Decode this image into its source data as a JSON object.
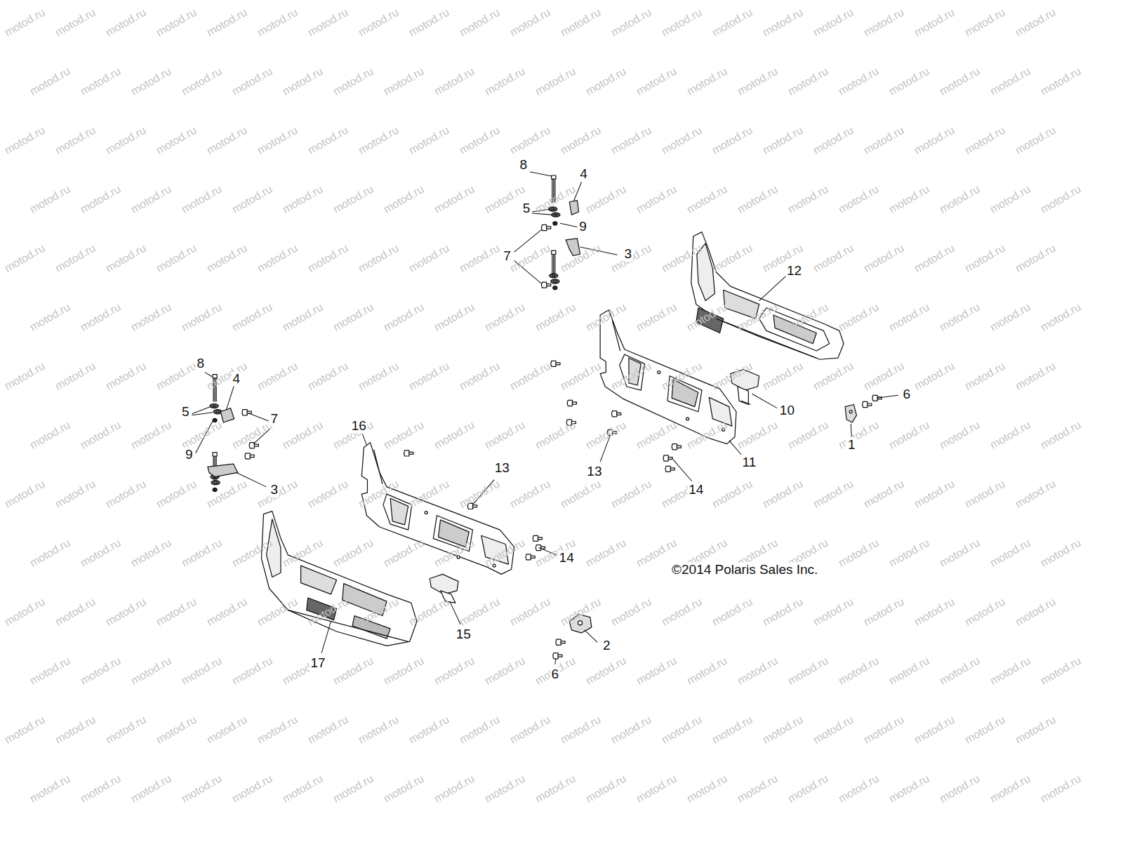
{
  "diagram": {
    "labels": [
      "8",
      "4",
      "5",
      "9",
      "3",
      "7",
      "12",
      "8",
      "4",
      "6",
      "10",
      "5",
      "7",
      "16",
      "1",
      "9",
      "11",
      "13",
      "13",
      "3",
      "14",
      "14",
      "©2014 Polaris Sales Inc.",
      "15",
      "2",
      "17",
      "6",
      "motod.ru",
      "motod.ru",
      "motod.ru",
      "motod.ru",
      "motod.ru",
      "motod.ru",
      "motod.ru",
      "motod.ru",
      "motod.ru",
      "motod.ru",
      "motod.ru",
      "motod.ru",
      "motod.ru",
      "motod.ru",
      "motod.ru",
      "motod.ru",
      "motod.ru",
      "motod.ru",
      "motod.ru",
      "motod.ru",
      "motod.ru",
      "motod.ru",
      "motod.ru",
      "motod.ru",
      "motod.ru",
      "motod.ru",
      "motod.ru",
      "motod.ru",
      "motod.ru",
      "motod.ru",
      "motod.ru",
      "motod.ru",
      "motod.ru",
      "motod.ru",
      "motod.ru",
      "motod.ru",
      "motod.ru",
      "motod.ru",
      "motod.ru",
      "motod.ru",
      "motod.ru",
      "motod.ru",
      "motod.ru",
      "motod.ru",
      "motod.ru",
      "motod.ru",
      "motod.ru",
      "motod.ru",
      "motod.ru",
      "motod.ru",
      "motod.ru",
      "motod.ru",
      "motod.ru",
      "motod.ru",
      "motod.ru",
      "motod.ru",
      "motod.ru",
      "motod.ru",
      "motod.ru",
      "motod.ru",
      "motod.ru",
      "motod.ru",
      "motod.ru",
      "motod.ru",
      "motod.ru",
      "motod.ru",
      "motod.ru",
      "motod.ru",
      "motod.ru",
      "motod.ru",
      "motod.ru",
      "motod.ru",
      "motod.ru",
      "motod.ru",
      "motod.ru",
      "motod.ru",
      "motod.ru",
      "motod.ru",
      "motod.ru",
      "motod.ru",
      "motod.ru",
      "motod.ru",
      "motod.ru",
      "motod.ru",
      "motod.ru",
      "motod.ru",
      "motod.ru",
      "motod.ru",
      "motod.ru",
      "motod.ru",
      "motod.ru",
      "motod.ru",
      "motod.ru",
      "motod.ru",
      "motod.ru",
      "motod.ru",
      "motod.ru",
      "motod.ru",
      "motod.ru",
      "motod.ru",
      "motod.ru",
      "motod.ru",
      "motod.ru",
      "motod.ru",
      "motod.ru",
      "motod.ru",
      "motod.ru",
      "motod.ru",
      "motod.ru",
      "motod.ru",
      "motod.ru",
      "motod.ru",
      "motod.ru",
      "motod.ru",
      "motod.ru",
      "motod.ru",
      "motod.ru",
      "motod.ru",
      "motod.ru",
      "motod.ru",
      "motod.ru",
      "motod.ru",
      "motod.ru",
      "motod.ru",
      "motod.ru",
      "motod.ru",
      "motod.ru",
      "motod.ru",
      "motod.ru",
      "motod.ru",
      "motod.ru",
      "motod.ru",
      "motod.ru",
      "motod.ru",
      "motod.ru",
      "motod.ru",
      "motod.ru",
      "motod.ru",
      "motod.ru",
      "motod.ru",
      "motod.ru",
      "motod.ru",
      "motod.ru",
      "motod.ru",
      "motod.ru",
      "motod.ru",
      "motod.ru",
      "motod.ru",
      "motod.ru",
      "motod.ru",
      "motod.ru",
      "motod.ru",
      "motod.ru",
      "motod.ru",
      "motod.ru",
      "motod.ru",
      "motod.ru",
      "motod.ru",
      "motod.ru",
      "motod.ru",
      "motod.ru",
      "motod.ru",
      "motod.ru",
      "motod.ru",
      "motod.ru",
      "motod.ru",
      "motod.ru",
      "motod.ru",
      "motod.ru",
      "motod.ru",
      "motod.ru",
      "motod.ru",
      "motod.ru",
      "motod.ru",
      "motod.ru",
      "motod.ru",
      "motod.ru",
      "motod.ru",
      "motod.ru",
      "motod.ru",
      "motod.ru",
      "motod.ru",
      "motod.ru",
      "motod.ru",
      "motod.ru",
      "motod.ru",
      "motod.ru",
      "motod.ru",
      "motod.ru",
      "motod.ru",
      "motod.ru",
      "motod.ru",
      "motod.ru",
      "motod.ru",
      "motod.ru",
      "motod.ru",
      "motod.ru",
      "motod.ru",
      "motod.ru",
      "motod.ru",
      "motod.ru",
      "motod.ru",
      "motod.ru",
      "motod.ru",
      "motod.ru",
      "motod.ru",
      "motod.ru",
      "motod.ru",
      "motod.ru",
      "motod.ru",
      "motod.ru",
      "motod.ru",
      "motod.ru",
      "motod.ru",
      "motod.ru",
      "motod.ru",
      "motod.ru",
      "motod.ru",
      "motod.ru",
      "motod.ru",
      "motod.ru",
      "motod.ru",
      "motod.ru",
      "motod.ru",
      "motod.ru",
      "motod.ru",
      "motod.ru",
      "motod.ru",
      "motod.ru",
      "motod.ru",
      "motod.ru",
      "motod.ru",
      "motod.ru",
      "motod.ru",
      "motod.ru",
      "motod.ru",
      "motod.ru",
      "motod.ru",
      "motod.ru",
      "motod.ru",
      "motod.ru",
      "motod.ru",
      "motod.ru",
      "motod.ru",
      "motod.ru",
      "motod.ru",
      "motod.ru",
      "motod.ru",
      "motod.ru",
      "motod.ru",
      "motod.ru",
      "motod.ru",
      "motod.ru",
      "motod.ru",
      "motod.ru",
      "motod.ru",
      "motod.ru",
      "motod.ru",
      "motod.ru",
      "motod.ru",
      "motod.ru",
      "motod.ru",
      "motod.ru",
      "motod.ru",
      "motod.ru",
      "motod.ru",
      "motod.ru",
      "motod.ru",
      "motod.ru",
      "motod.ru",
      "motod.ru",
      "motod.ru",
      "motod.ru",
      "motod.ru",
      "motod.ru",
      "motod.ru",
      "motod.ru",
      "motod.ru",
      "motod.ru",
      "motod.ru",
      "motod.ru",
      "motod.ru",
      "motod.ru",
      "motod.ru",
      "motod.ru",
      "motod.ru",
      "motod.ru",
      "motod.ru",
      "motod.ru",
      "motod.ru",
      "motod.ru",
      "motod.ru",
      "motod.ru",
      "motod.ru"
    ]
  }
}
